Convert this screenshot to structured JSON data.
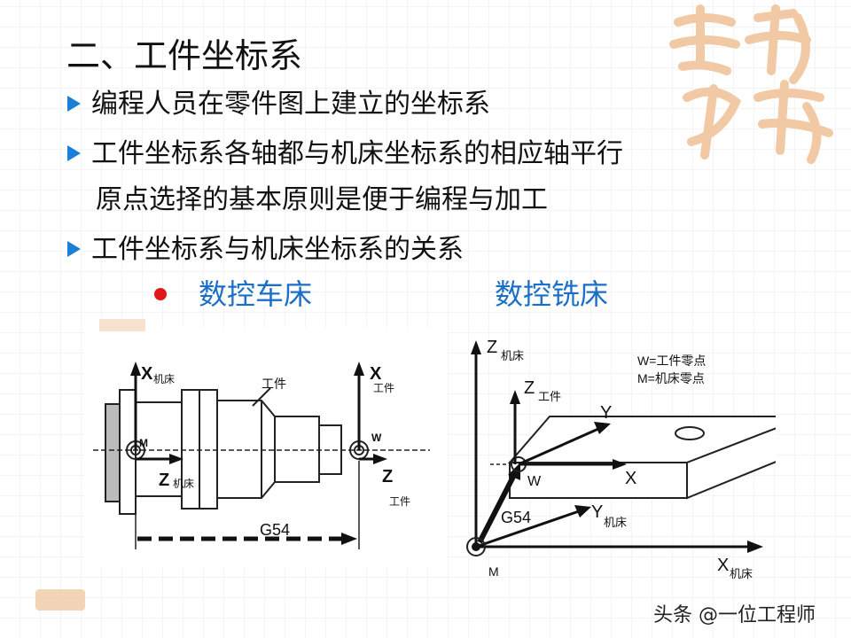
{
  "title": "二、工件坐标系",
  "bullets": [
    "编程人员在零件图上建立的坐标系",
    "工件坐标系各轴都与机床坐标系的相应轴平行",
    "工件坐标系与机床坐标系的关系"
  ],
  "bullet2_continuation": "原点选择的基本原则是便于编程与加工",
  "sub_item": {
    "lathe": "数控车床",
    "mill": "数控铣床"
  },
  "lathe_diagram": {
    "x_machine": "X",
    "x_machine_sub": "机床",
    "x_work": "X",
    "x_work_sub": "工件",
    "z_machine": "Z",
    "z_machine_sub": "机床",
    "z_work": "Z",
    "z_work_sub": "工件",
    "part_label": "工件",
    "m_label": "M",
    "w_label": "W",
    "g54": "G54"
  },
  "mill_diagram": {
    "z_machine": "Z",
    "z_machine_sub": "机床",
    "z_work": "Z",
    "z_work_sub": "工件",
    "y_work": "Y",
    "x_work": "X",
    "w_label": "W",
    "g54": "G54",
    "y_machine": "Y",
    "y_machine_sub": "机床",
    "x_machine": "X",
    "x_machine_sub": "机床",
    "m_label": "M",
    "legend_w": "W=工件零点",
    "legend_m": "M=机床零点"
  },
  "watermark": "头条 @一位工程师",
  "colors": {
    "accent_blue": "#1a6fc7",
    "bullet_arrow": "#1a7fd6",
    "dot_red": "#e01818",
    "deco": "#f1c9a4"
  }
}
